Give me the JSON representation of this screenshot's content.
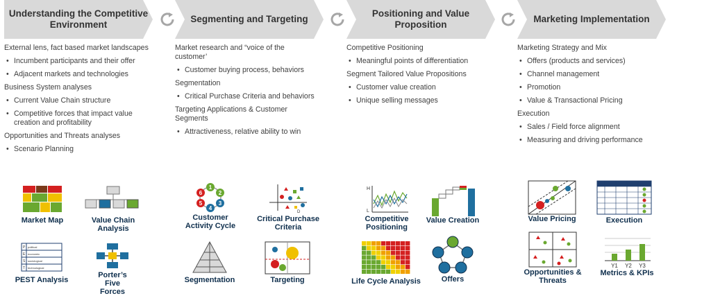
{
  "steps": [
    {
      "title": "Understanding the Competitive Environment",
      "items": [
        {
          "type": "h",
          "text": "External lens, fact based market landscapes"
        },
        {
          "type": "b",
          "text": "Incumbent participants and their offer"
        },
        {
          "type": "b",
          "text": "Adjacent markets and technologies"
        },
        {
          "type": "h",
          "text": "Business System analyses"
        },
        {
          "type": "b",
          "text": "Current Value Chain structure"
        },
        {
          "type": "b",
          "text": "Competitive forces that impact value creation and profitability"
        },
        {
          "type": "h",
          "text": "Opportunities and Threats analyses"
        },
        {
          "type": "b",
          "text": "Scenario Planning"
        }
      ]
    },
    {
      "title": "Segmenting and Targeting",
      "items": [
        {
          "type": "h",
          "text": "Market research and “voice of the customer’"
        },
        {
          "type": "b",
          "text": "Customer buying process, behaviors"
        },
        {
          "type": "h",
          "text": "Segmentation"
        },
        {
          "type": "b",
          "text": "Critical Purchase Criteria and behaviors"
        },
        {
          "type": "h",
          "text": "Targeting Applications & Customer Segments"
        },
        {
          "type": "b",
          "text": "Attractiveness, relative ability to win"
        }
      ]
    },
    {
      "title": "Positioning and Value Proposition",
      "items": [
        {
          "type": "h",
          "text": "Competitive Positioning"
        },
        {
          "type": "b",
          "text": "Meaningful points of differentiation"
        },
        {
          "type": "h",
          "text": "Segment Tailored Value Propositions"
        },
        {
          "type": "b",
          "text": "Customer value creation"
        },
        {
          "type": "b",
          "text": "Unique selling messages"
        }
      ]
    },
    {
      "title": "Marketing Implementation",
      "items": [
        {
          "type": "h",
          "text": "Marketing Strategy and Mix"
        },
        {
          "type": "b",
          "text": "Offers (products and services)"
        },
        {
          "type": "b",
          "text": "Channel management"
        },
        {
          "type": "b",
          "text": "Promotion"
        },
        {
          "type": "b",
          "text": "Value & Transactional Pricing"
        },
        {
          "type": "h",
          "text": "Execution"
        },
        {
          "type": "b",
          "text": "Sales / Field force alignment"
        },
        {
          "type": "b",
          "text": "Measuring and driving performance"
        }
      ]
    }
  ],
  "tools": {
    "market_map": "Market Map",
    "value_chain": "Value Chain Analysis",
    "pest": "PEST Analysis",
    "porters": "Porter’s Five Forces",
    "activity_cycle": "Customer Activity Cycle",
    "cpc": "Critical Purchase Criteria",
    "segmentation": "Segmentation",
    "targeting": "Targeting",
    "comp_positioning": "Competitive Positioning",
    "value_creation": "Value Creation",
    "life_cycle": "Life Cycle Analysis",
    "offers": "Offers",
    "value_pricing": "Value Pricing",
    "execution": "Execution",
    "opp_threats": "Opportunities & Threats",
    "metrics": "Metrics & KPIs"
  },
  "icon_text": {
    "cycle_numbers": [
      "1",
      "2",
      "3",
      "4",
      "5",
      "6"
    ],
    "pest_rows": [
      "political",
      "economic",
      "sociological",
      "technological"
    ],
    "pest_letters": [
      "P",
      "E",
      "S",
      "T"
    ],
    "axis_d": "D",
    "axis_h": "H",
    "axis_l": "L",
    "metrics_years": [
      "Y1",
      "Y2",
      "Y3"
    ]
  },
  "colors": {
    "chevron": "#d9d9d9",
    "navy": "#0f2f4d",
    "blue": "#1f6f9f",
    "green": "#6aa830",
    "red": "#d42020",
    "yellow": "#f0c000"
  }
}
